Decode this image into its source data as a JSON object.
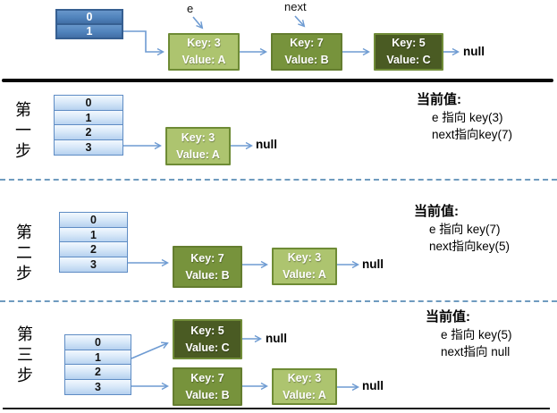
{
  "colors": {
    "array_blue": "#4f81bd",
    "array_blue_border": "#365f91",
    "cell_gradient_top": "#f2f8fe",
    "cell_gradient_bottom": "#b6d1ef",
    "node_light_green": "#adc46f",
    "node_olive_green": "#77933c",
    "node_dark_green": "#4a5b23",
    "arrow_blue": "#6e9bd2",
    "separator_black": "#000000",
    "separator_dashed_blue": "#6f9bbf"
  },
  "top": {
    "array_cells": [
      "0",
      "1"
    ],
    "pointer_e": "e",
    "pointer_next": "next",
    "nodes": [
      {
        "key": "Key: 3",
        "value": "Value: A"
      },
      {
        "key": "Key: 7",
        "value": "Value: B"
      },
      {
        "key": "Key: 5",
        "value": "Value: C"
      }
    ],
    "null_label": "null"
  },
  "steps": [
    {
      "label": "第一步",
      "array_cells": [
        "0",
        "1",
        "2",
        "3"
      ],
      "nodes": [
        {
          "key": "Key: 3",
          "value": "Value: A"
        }
      ],
      "null_label": "null",
      "status_title": "当前值:",
      "status_line1": "e 指向 key(3)",
      "status_line2": "next指向key(7)"
    },
    {
      "label": "第二步",
      "array_cells": [
        "0",
        "1",
        "2",
        "3"
      ],
      "nodes": [
        {
          "key": "Key: 7",
          "value": "Value: B"
        },
        {
          "key": "Key: 3",
          "value": "Value: A"
        }
      ],
      "null_label": "null",
      "status_title": "当前值:",
      "status_line1": "e 指向 key(7)",
      "status_line2": "next指向key(5)"
    },
    {
      "label": "第三步",
      "array_cells": [
        "0",
        "1",
        "2",
        "3"
      ],
      "row1_nodes": [
        {
          "key": "Key: 5",
          "value": "Value: C"
        }
      ],
      "row1_null": "null",
      "nodes": [
        {
          "key": "Key: 7",
          "value": "Value: B"
        },
        {
          "key": "Key: 3",
          "value": "Value: A"
        }
      ],
      "null_label": "null",
      "status_title": "当前值:",
      "status_line1": "e 指向 key(5)",
      "status_line2": "next指向 null"
    }
  ]
}
